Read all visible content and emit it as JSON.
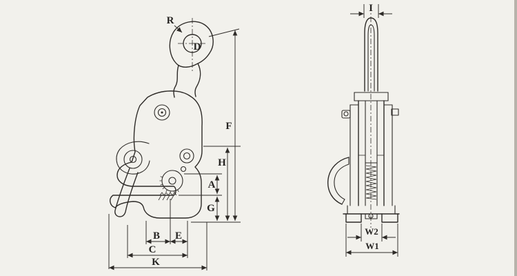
{
  "colors": {
    "background": "#f2f1ec",
    "line": "#2e2b28",
    "scan_edge": "#b7b3ab"
  },
  "front_view": {
    "labels": {
      "R": "R",
      "D": "D",
      "F": "F",
      "H": "H",
      "A": "A",
      "G": "G",
      "B": "B",
      "E": "E",
      "C": "C",
      "K": "K"
    }
  },
  "side_view": {
    "labels": {
      "I": "I",
      "W2": "W2",
      "W1": "W1"
    }
  }
}
